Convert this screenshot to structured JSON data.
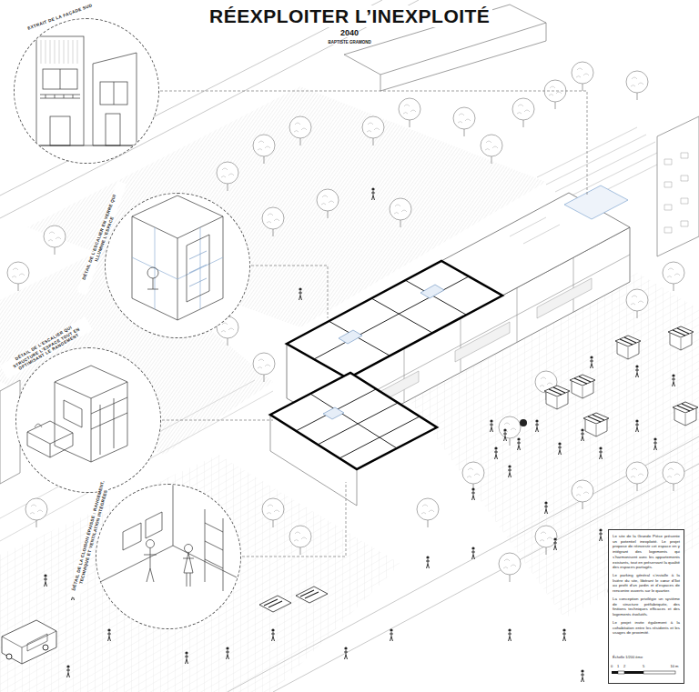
{
  "diagram": {
    "title": "RÉEXPLOITER L’INEXPLOITÉ",
    "nodes": [
      {
        "text": [
          "EXTRAIT DE LA FAÇADE SUD"
        ]
      },
      {
        "text": [
          "DÉTAIL DE L’ESCALIER EN VERRE QUI ILLUMINE L’ESPACE"
        ]
      },
      {
        "text": [
          "DÉTAIL DE L’ESCALIER QUI STRUCTURE L’ESPACE TOUT EN OPTIMISANT LE RANGEMENT"
        ]
      },
      {
        "text": [
          "DÉTAIL DE LA CLOISON ÉPAISSE : RANGEMENT, TECHNIQUE ET VENTILATION INTÉGRÉES"
        ]
      },
      {
        "text": [
          "Le site de la Grande Pièce présente un potentiel inexploité. Le projet propose de réinvestir cet espace en y intégrant des logements qui s’harmonisent avec les appartements existants, tout en préservant la qualité des espaces partagés.",
          "Le parking général s’installe à la lisière du site, libérant le cœur d’îlot au profit d’un jardin et d’espaces de rencontre ouverts sur le quartier.",
          "La conception privilégie un système de structure préfabriquée, des finitions techniques efficaces et des logements évolutifs.",
          "Le projet invite également à la cohabitation entre les résidents et les usages de proximité.",
          "Échelle 1/200 ème"
        ]
      }
    ],
    "labels": [
      "2040",
      "BAPTISTE GRAMOND",
      "0",
      "1",
      "2",
      "5",
      "10 m"
    ]
  }
}
